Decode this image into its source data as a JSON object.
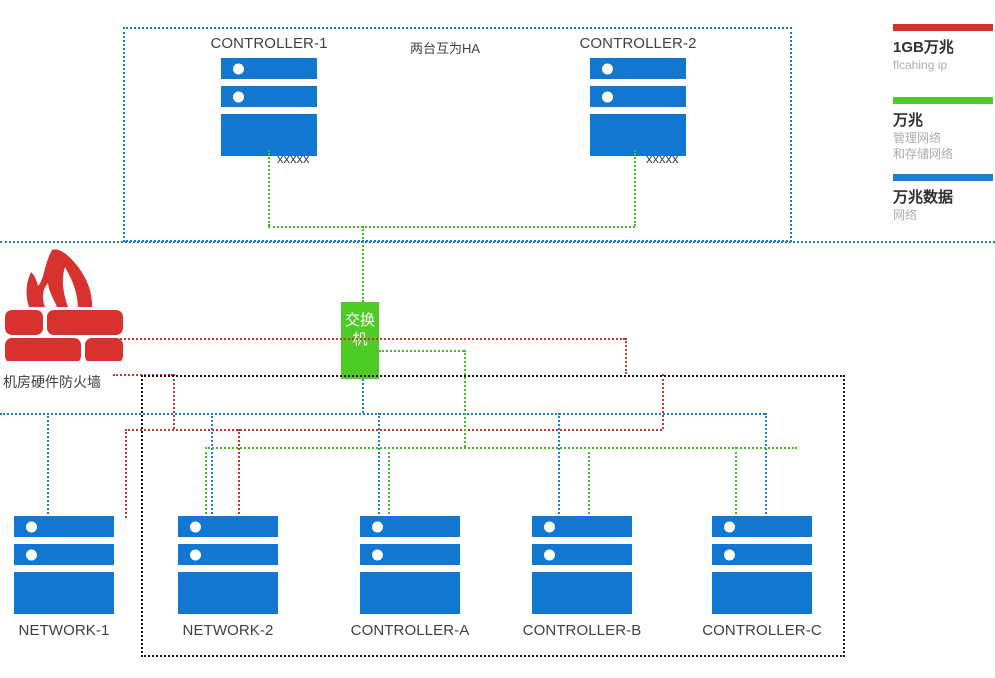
{
  "diagram": {
    "top_zone": {
      "note": "两台互为HA",
      "nodes": [
        {
          "id": "controller-1",
          "label": "CONTROLLER-1",
          "side_label": "xxxxx"
        },
        {
          "id": "controller-2",
          "label": "CONTROLLER-2",
          "side_label": "xxxxx"
        }
      ]
    },
    "switch": {
      "label": "交换机"
    },
    "firewall": {
      "label": "机房硬件防火墙",
      "icon": "firewall-flame-brick-icon"
    },
    "bottom_zone": {
      "nodes": [
        {
          "id": "network-1",
          "label": "NETWORK-1"
        },
        {
          "id": "network-2",
          "label": "NETWORK-2"
        },
        {
          "id": "controller-a",
          "label": "CONTROLLER-A"
        },
        {
          "id": "controller-b",
          "label": "CONTROLLER-B"
        },
        {
          "id": "controller-c",
          "label": "CONTROLLER-C"
        }
      ]
    }
  },
  "legend": {
    "items": [
      {
        "color": "#d8322e",
        "title": "1GB万兆",
        "sub1": "flcahing ip",
        "sub2": ""
      },
      {
        "color": "#4fcb28",
        "title": "万兆",
        "sub1": "管理网络",
        "sub2": "和存储网络"
      },
      {
        "color": "#1b7fd4",
        "title": "万兆数据",
        "sub1": "网络",
        "sub2": ""
      }
    ]
  },
  "colors": {
    "server_blue": "#1177d1",
    "switch_green": "#4fcb28",
    "firewall_red": "#d8322e",
    "link_green": "#3fc021",
    "link_blue": "#1b7fd4",
    "link_red": "#c0392b",
    "link_black": "#151515"
  }
}
